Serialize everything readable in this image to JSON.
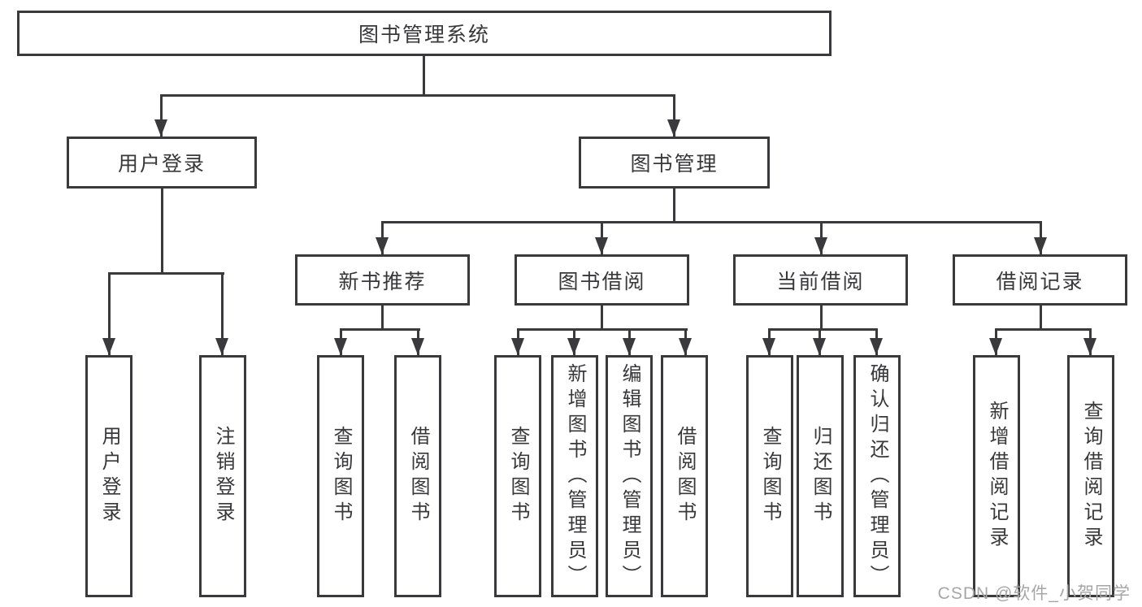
{
  "title": "图书管理系统",
  "watermark": "CSDN @软件_小贺同学",
  "colors": {
    "line": "#3a3a3c",
    "text": "#38383a",
    "box_background": "#ffffff",
    "page_background": "#ffffff",
    "watermark": "#a6a6a6"
  },
  "branches": {
    "user_login": {
      "label": "用户登录",
      "children": {
        "login": "用户登录",
        "logout": "注销登录"
      }
    },
    "book_mgmt": {
      "label": "图书管理",
      "sections": {
        "new_books": {
          "label": "新书推荐",
          "children": {
            "query": "查询图书",
            "borrow": "借阅图书"
          }
        },
        "book_borrow": {
          "label": "图书借阅",
          "children": {
            "query": "查询图书",
            "add": "新增图书（管理员）",
            "edit": "编辑图书（管理员）",
            "borrow": "借阅图书"
          }
        },
        "current_borrow": {
          "label": "当前借阅",
          "children": {
            "query": "查询图书",
            "return": "归还图书",
            "confirm_return": "确认归还（管理员）"
          }
        },
        "borrow_records": {
          "label": "借阅记录",
          "children": {
            "add": "新增借阅记录",
            "query": "查询借阅记录"
          }
        }
      }
    }
  }
}
